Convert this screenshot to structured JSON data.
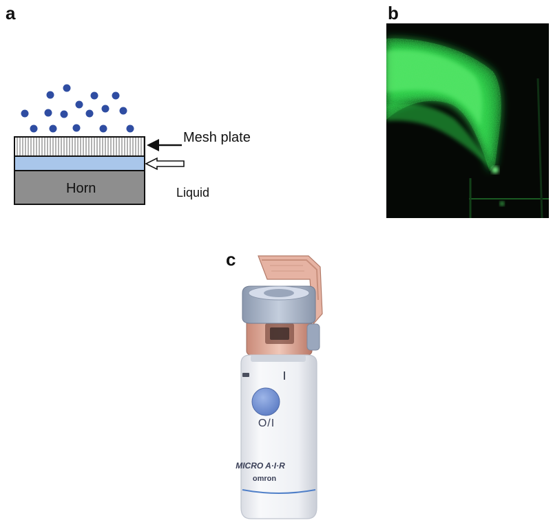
{
  "panels": {
    "a": {
      "letter": "a"
    },
    "b": {
      "letter": "b"
    },
    "c": {
      "letter": "c"
    }
  },
  "diagram": {
    "mesh_plate_label": "Mesh plate",
    "horn_label": "Horn",
    "liquid_label": "Liquid",
    "colors": {
      "droplet": "#2f4da2",
      "liquid": "#a9c6ea",
      "horn": "#8e8e8e",
      "outline": "#111111"
    }
  },
  "photo": {
    "colors": {
      "background": "#050805",
      "spray": "#2fd64a"
    }
  },
  "device": {
    "button_label": "O/I",
    "brand_label": "MICRO A·I·R",
    "maker_label": "omron",
    "colors": {
      "body": "#eef0f3",
      "cap": "#a9b6c9",
      "chamber": "#d9a38f",
      "button": "#6f8fd0",
      "stripe": "#4f7fc8"
    }
  }
}
